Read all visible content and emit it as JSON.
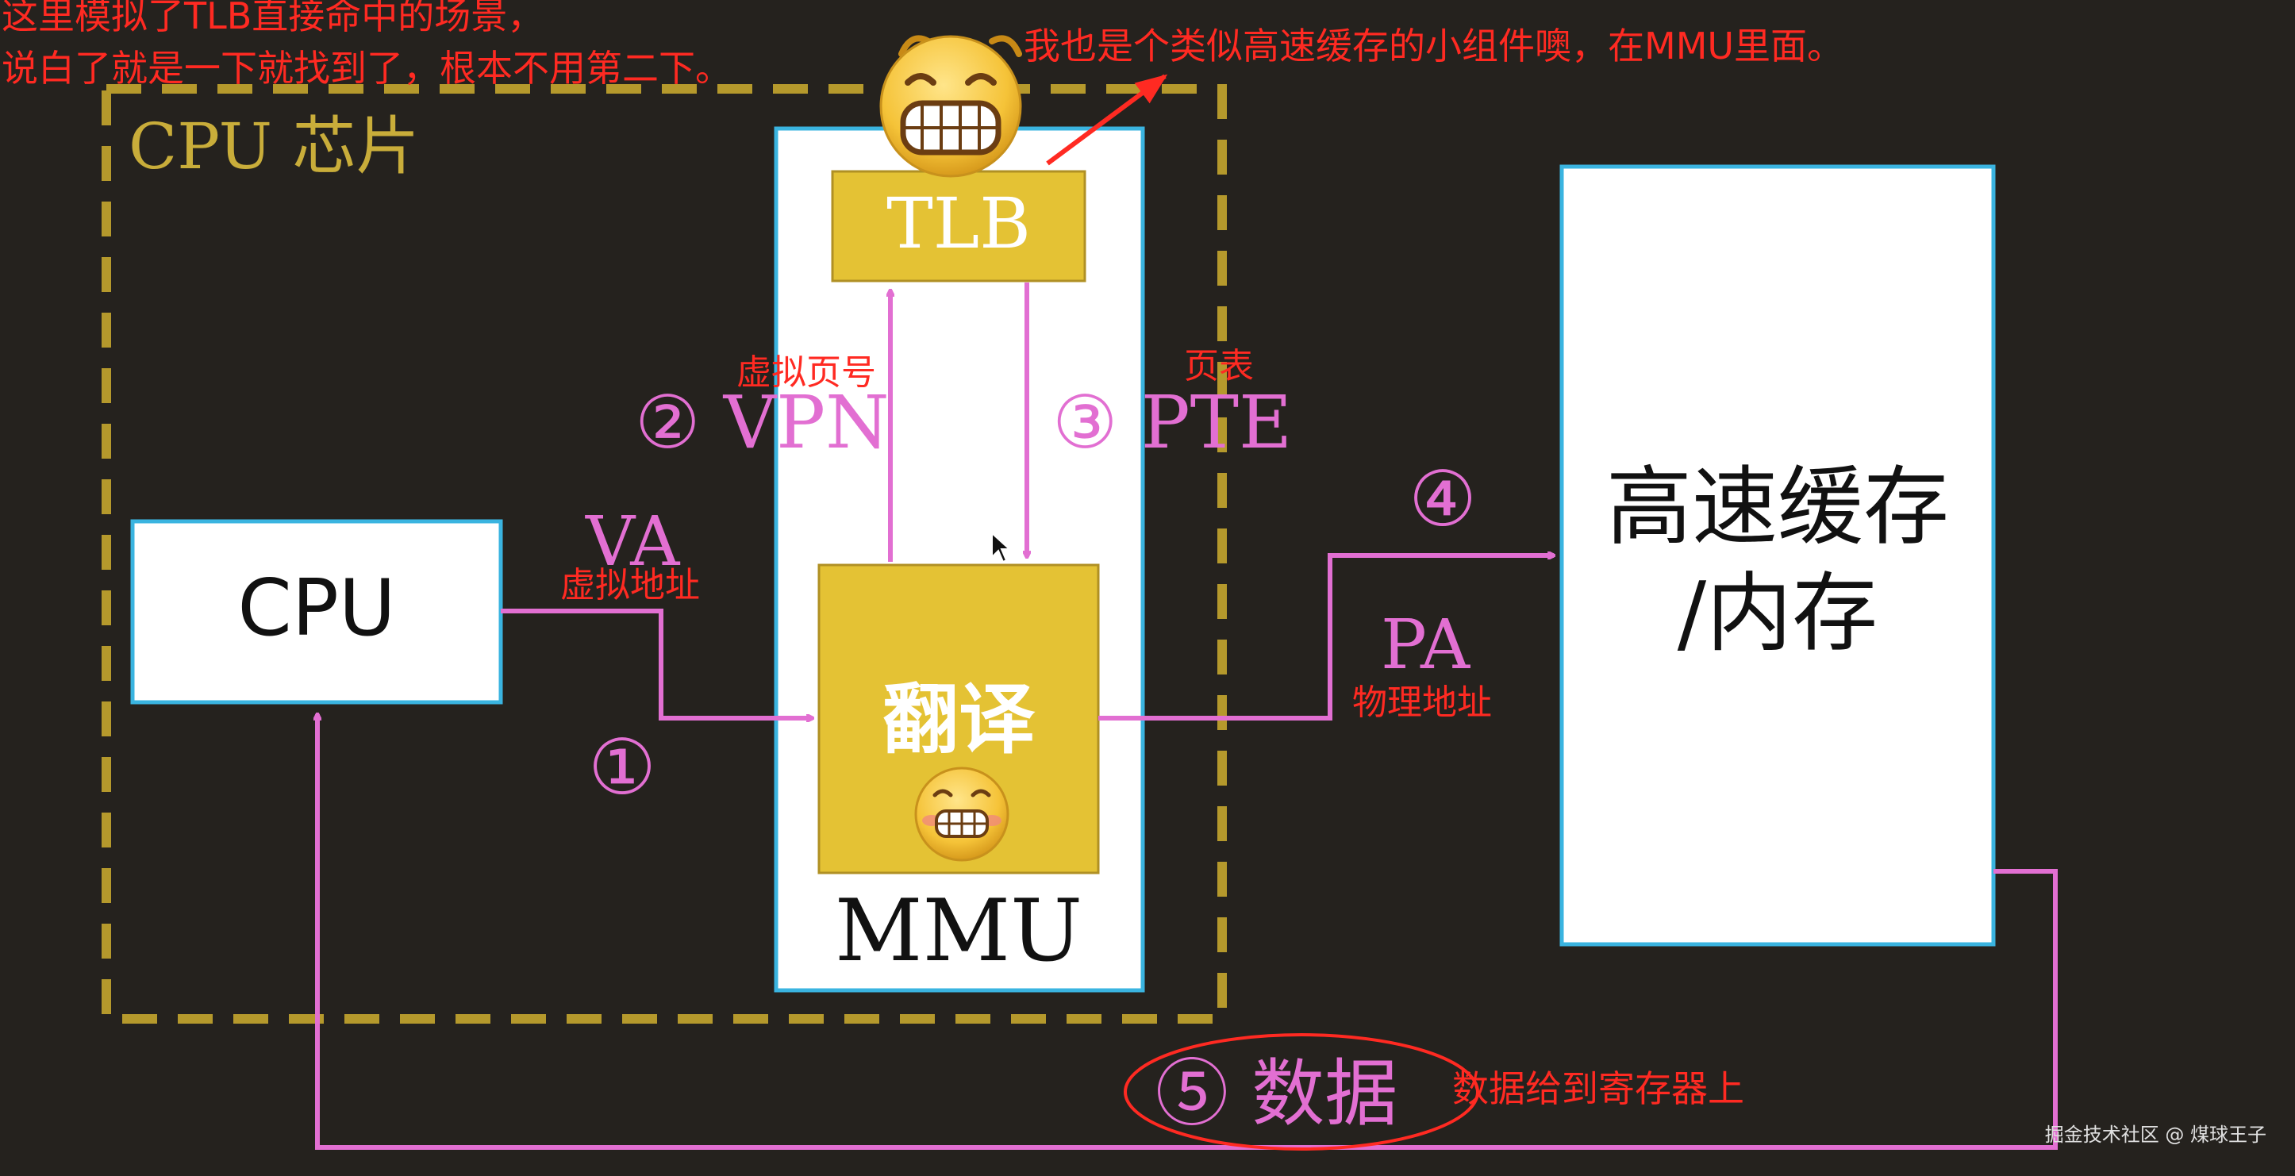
{
  "annotations": {
    "top_left_line1": "这里模拟了TLB直接命中的场景，",
    "top_left_line2": "说白了就是一下就找到了，根本不用第二下。",
    "tlb_note": "我也是个类似高速缓存的小组件噢，在MMU里面。",
    "vpn_note": "虚拟页号",
    "pte_note": "页表",
    "va_note": "虚拟地址",
    "pa_note": "物理地址",
    "data_note": "数据给到寄存器上"
  },
  "diagram": {
    "chip_label": "CPU 芯片",
    "cpu_label": "CPU",
    "tlb_label": "TLB",
    "translate_label": "翻译",
    "mmu_label": "MMU",
    "memory_line1": "高速缓存",
    "memory_line2": "/内存",
    "va_label": "VA",
    "pa_label": "PA",
    "step1": "①",
    "step2": "② VPN",
    "step3": "③ PTE",
    "step4": "④",
    "step5": "⑤ 数据"
  },
  "watermark": "掘金技术社区 @ 煤球王子",
  "colors": {
    "background": "#25221e",
    "chip_border": "#b5992c",
    "tlb_fill": "#e4c234",
    "arrow": "#e26fd2",
    "annotation": "#ff2a22",
    "box_border": "#3ab4e0"
  },
  "icons": [
    "grinning-emoji",
    "grimacing-emoji"
  ]
}
